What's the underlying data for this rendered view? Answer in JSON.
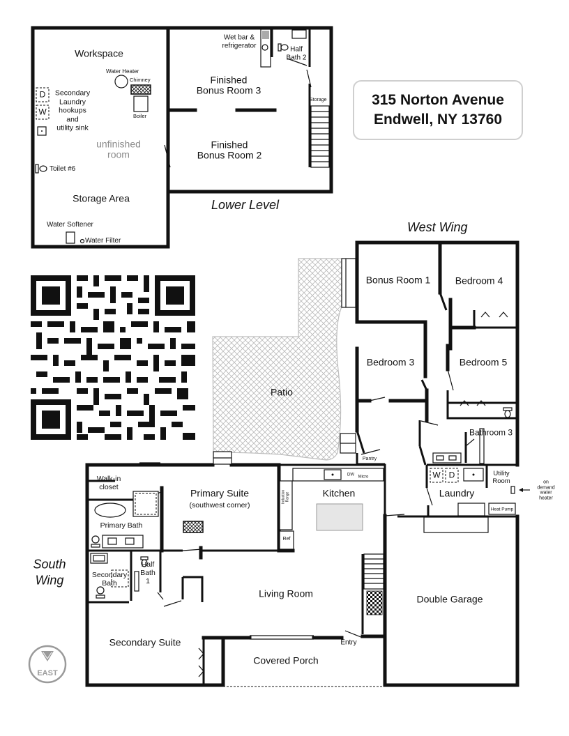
{
  "address": {
    "line1": "315 Norton Avenue",
    "line2": "Endwell, NY 13760"
  },
  "sections": {
    "lower_level": "Lower Level",
    "west_wing": "West Wing",
    "south_wing": "South\nWing"
  },
  "compass": {
    "label": "EAST"
  },
  "lower_level": {
    "workspace": "Workspace",
    "water_heater": "Water Heater",
    "chimney": "Chimney",
    "boiler": "Boiler",
    "secondary_laundry": "Secondary\nLaundry\nhookups\nand\nutility sink",
    "dryer": "D",
    "washer": "W",
    "unfinished": "unfinished\nroom",
    "toilet6": "Toilet #6",
    "storage_area": "Storage Area",
    "water_softener": "Water Softener",
    "water_filter": "Water Filter",
    "wet_bar": "Wet bar &\nrefrigerator",
    "half_bath2": "Half\nBath 2",
    "bonus3": "Finished\nBonus Room 3",
    "bonus2": "Finished\nBonus Room 2",
    "storage": "Storage"
  },
  "main_level": {
    "bonus1": "Bonus Room 1",
    "bedroom4": "Bedroom 4",
    "bedroom3": "Bedroom 3",
    "bedroom5": "Bedroom 5",
    "patio": "Patio",
    "bathroom3": "Bathroom 3",
    "pantry": "Pantry",
    "walkin": "Walk-in\ncloset",
    "primary_suite": "Primary Suite",
    "primary_suite_note": "(southwest corner)",
    "primary_bath": "Primary Bath",
    "kitchen": "Kitchen",
    "dw": "DW",
    "micro": "Micro",
    "range": "Induction\nRange",
    "ref": "Ref",
    "laundry": "Laundry",
    "laundry_w": "W",
    "laundry_d": "D",
    "utility": "Utility\nRoom",
    "on_demand": "on demand\nwater heater",
    "heat_pump": "Heat Pump",
    "secondary_bath": "Secondary\nBath",
    "half_bath1": "Half\nBath\n1",
    "living_room": "Living Room",
    "double_garage": "Double Garage",
    "secondary_suite": "Secondary Suite",
    "covered_porch": "Covered Porch",
    "entry": "Entry"
  }
}
